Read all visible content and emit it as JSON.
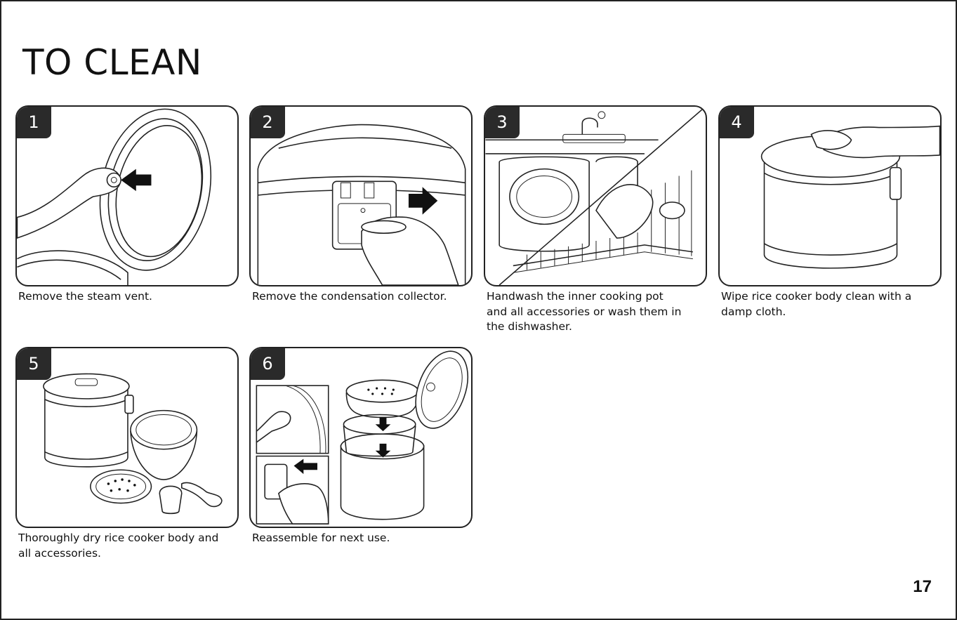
{
  "title": "TO CLEAN",
  "page_number": "17",
  "steps": [
    {
      "number": "1",
      "caption": "Remove the steam vent.",
      "icon": "steam-vent-removal-illustration"
    },
    {
      "number": "2",
      "caption": "Remove the condensation collector.",
      "icon": "condensation-collector-removal-illustration"
    },
    {
      "number": "3",
      "caption": "Handwash the inner cooking pot and all accessories or wash them in the dishwasher.",
      "icon": "sink-and-dishwasher-illustration"
    },
    {
      "number": "4",
      "caption": "Wipe rice cooker body clean with a damp cloth.",
      "icon": "wipe-cooker-illustration"
    },
    {
      "number": "5",
      "caption": "Thoroughly dry rice cooker body and all accessories.",
      "icon": "dry-parts-illustration"
    },
    {
      "number": "6",
      "caption": "Reassemble for next use.",
      "icon": "reassemble-illustration"
    }
  ]
}
